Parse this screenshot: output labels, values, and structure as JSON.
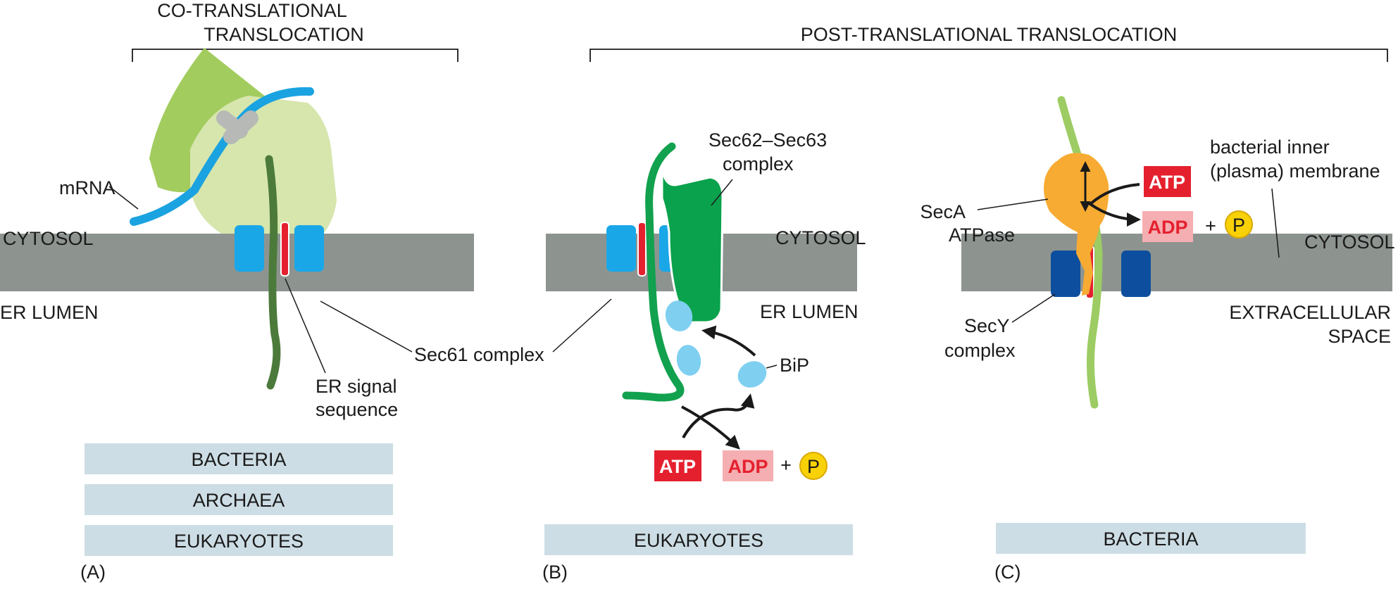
{
  "panels": {
    "a": {
      "letter": "(A)",
      "header_line1": "CO-TRANSLATIONAL",
      "header_line2": "TRANSLOCATION",
      "cytosol": "CYTOSOL",
      "lumen": "ER LUMEN",
      "mrna": "mRNA",
      "signal_line1": "ER signal",
      "signal_line2": "sequence",
      "organisms": [
        "BACTERIA",
        "ARCHAEA",
        "EUKARYOTES"
      ]
    },
    "post_header": "POST-TRANSLATIONAL TRANSLOCATION",
    "sec61": "Sec61 complex",
    "b": {
      "letter": "(B)",
      "cytosol": "CYTOSOL",
      "lumen": "ER LUMEN",
      "sec62_line1": "Sec62–Sec63",
      "sec62_line2": "complex",
      "bip": "BiP",
      "atp": "ATP",
      "adp": "ADP",
      "plus": "+",
      "p": "P",
      "organism": "EUKARYOTES"
    },
    "c": {
      "letter": "(C)",
      "membrane_line1": "bacterial inner",
      "membrane_line2": "(plasma) membrane",
      "cytosol": "CYTOSOL",
      "extra_line1": "EXTRACELLULAR",
      "extra_line2": "SPACE",
      "seca_line1": "SecA",
      "seca_line2": "ATPase",
      "secy_line1": "SecY",
      "secy_line2": "complex",
      "atp": "ATP",
      "adp": "ADP",
      "plus": "+",
      "p": "P",
      "organism": "BACTERIA"
    }
  },
  "colors": {
    "membrane": "#8d9490",
    "channel_light": "#1aa7e8",
    "channel_dark": "#0d4f9e",
    "signal_red": "#e5202e",
    "ribosome_dark": "#a3cc5f",
    "ribosome_light": "#d6e6ad",
    "mrna": "#1aa3e0",
    "chain_dark": "#4c7a3a",
    "chain_green": "#12a14e",
    "chain_light": "#9ccc63",
    "sec62": "#0aa24c",
    "bip": "#7fcff1",
    "seca": "#f7ab33",
    "atp": "#e5202e",
    "adp_fill": "#f5aeb1",
    "adp_text": "#e5202e",
    "phosphate": "#f8d107",
    "org_bar": "#cddde5"
  }
}
